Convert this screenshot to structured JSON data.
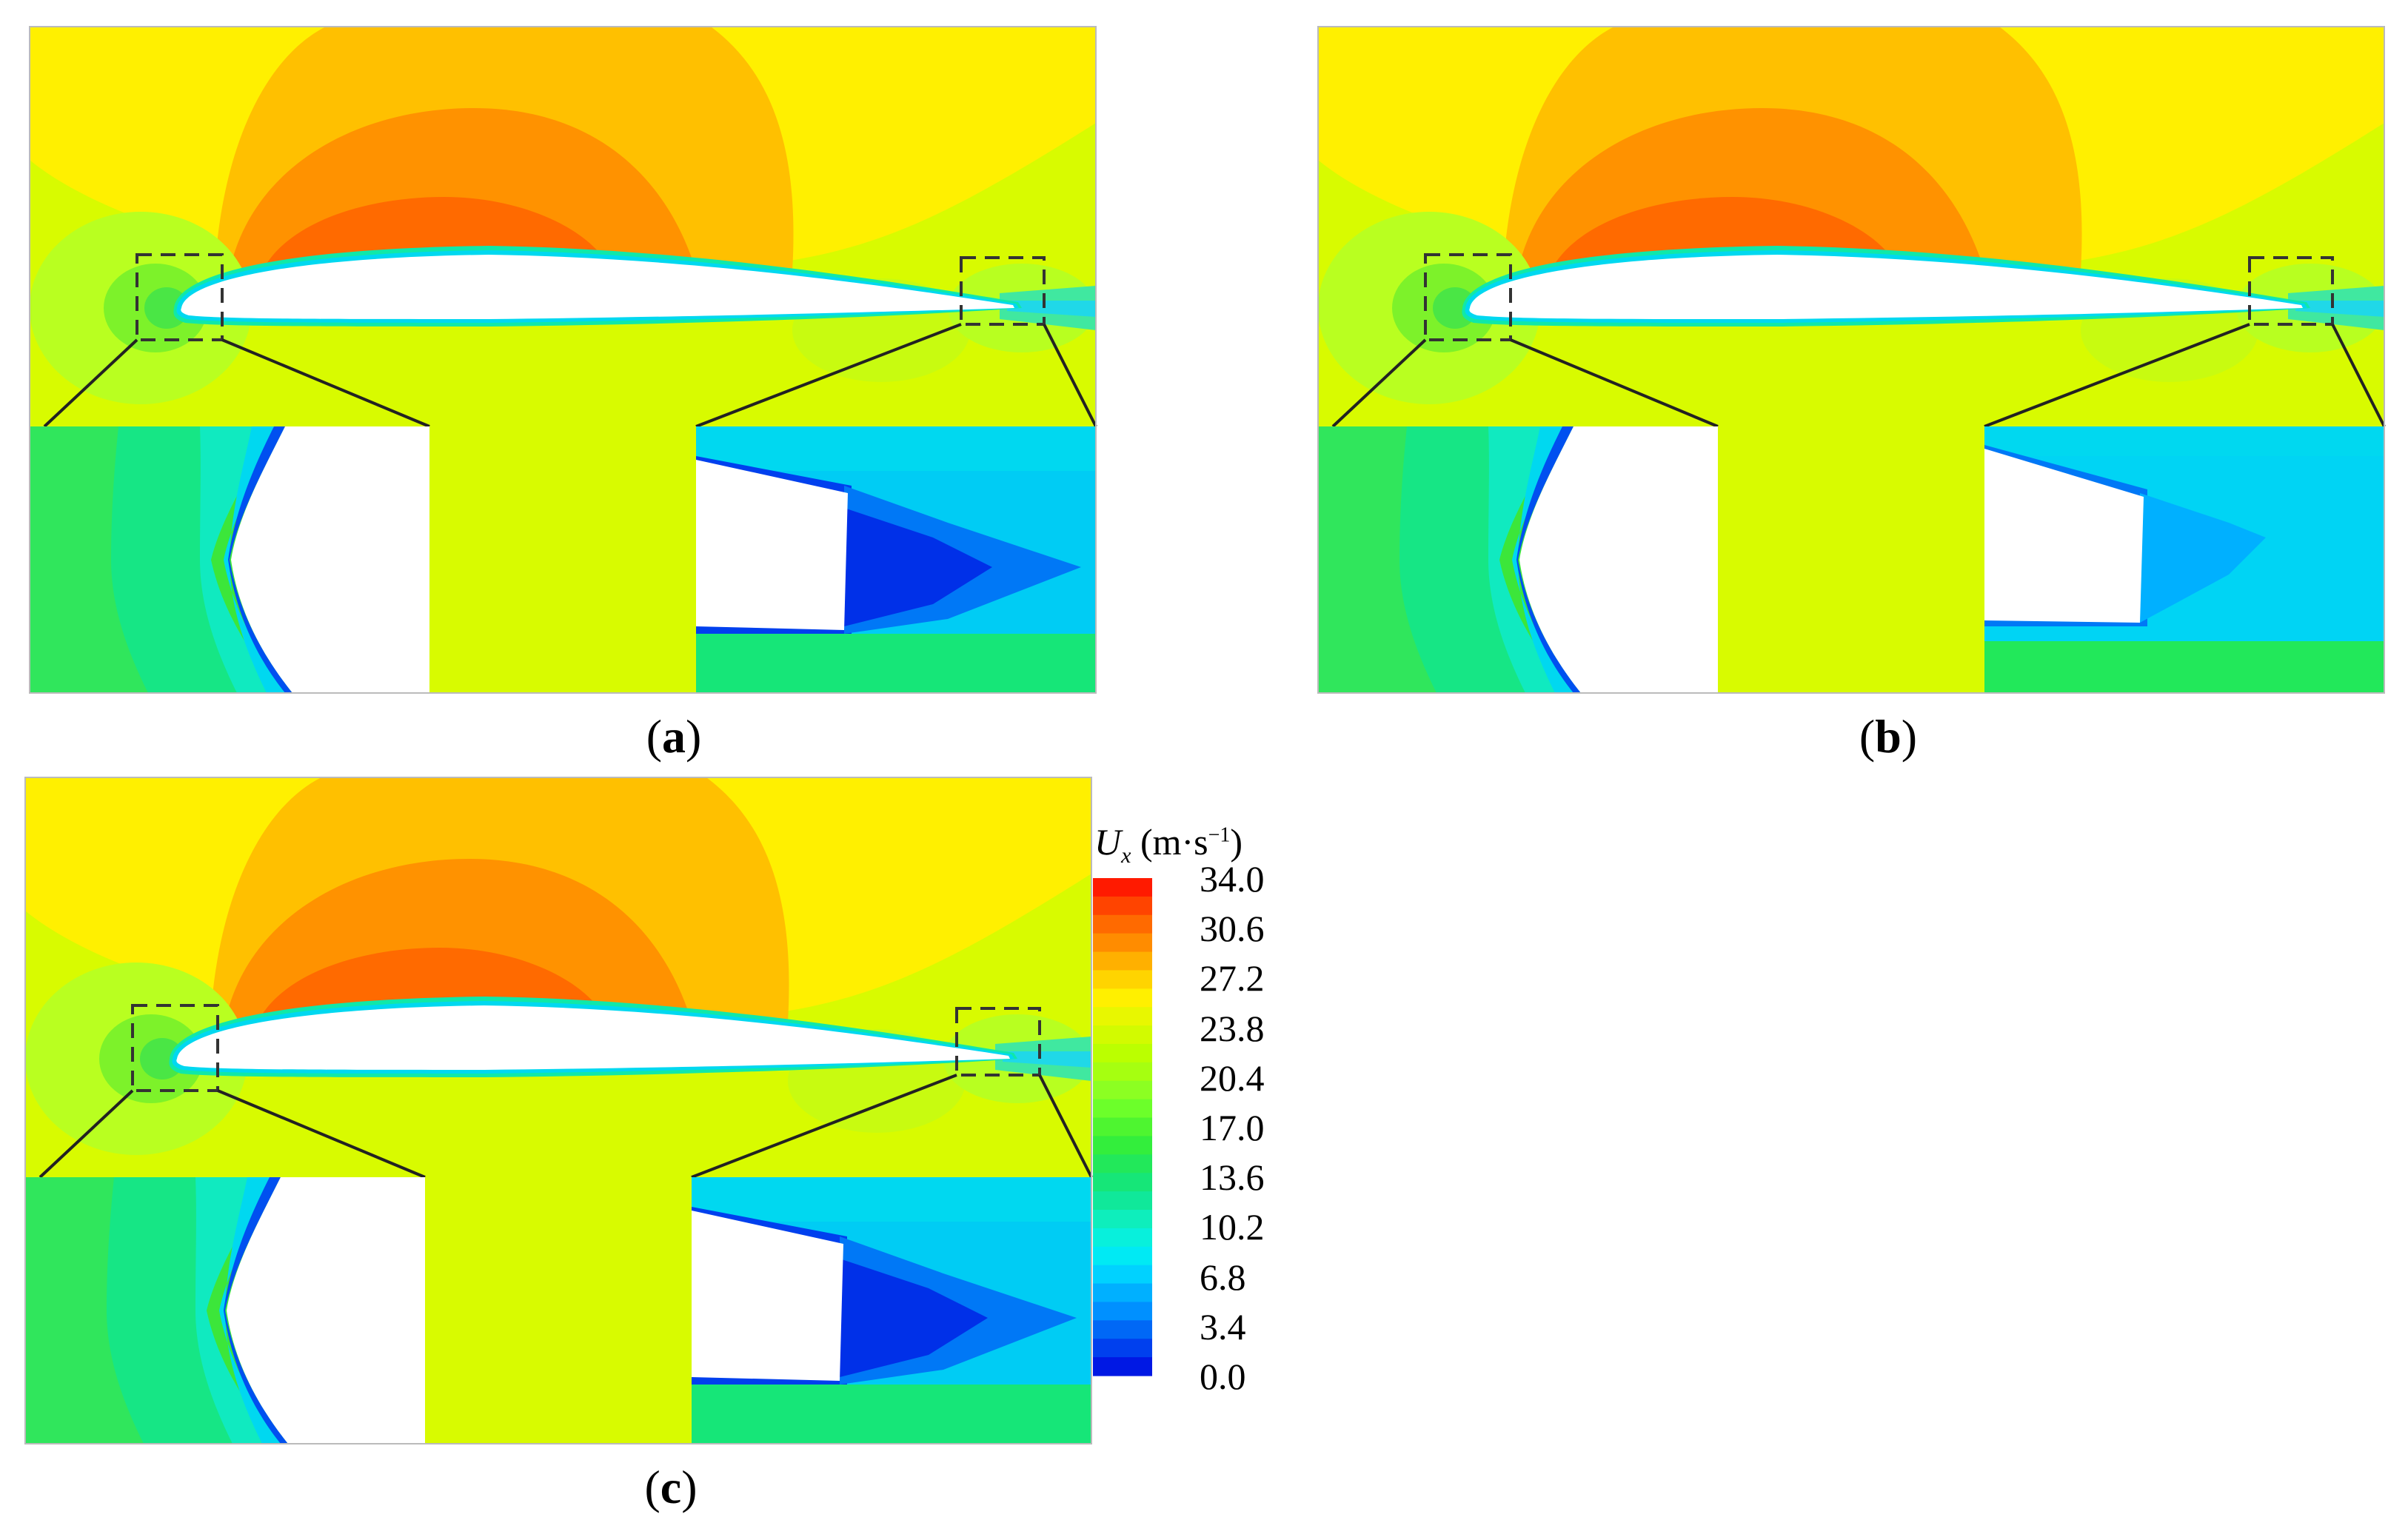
{
  "panels": [
    {
      "id": "a",
      "label": "a"
    },
    {
      "id": "b",
      "label": "b"
    },
    {
      "id": "c",
      "label": "c"
    }
  ],
  "colorbar": {
    "symbol": "U",
    "subscript": "x",
    "unit_prefix": "(m·s",
    "unit_exponent": "−1",
    "unit_suffix": ")",
    "ticks": [
      "34.0",
      "30.6",
      "27.2",
      "23.8",
      "20.4",
      "17.0",
      "13.6",
      "10.2",
      "6.8",
      "3.4",
      "0.0"
    ],
    "colors": [
      "#ff1a00",
      "#ff4400",
      "#ff6a00",
      "#ff8c00",
      "#ffb000",
      "#ffd400",
      "#fff000",
      "#e8f700",
      "#d2fb00",
      "#bbff00",
      "#a6ff10",
      "#8cff22",
      "#6cff2a",
      "#4ef530",
      "#33ee3c",
      "#22e85a",
      "#16e678",
      "#10e89a",
      "#0eeebc",
      "#08f0dc",
      "#00eaf4",
      "#00d2ff",
      "#00b0ff",
      "#0090ff",
      "#0068f6",
      "#0040ee",
      "#0018e4"
    ]
  },
  "colors": {
    "freestream": "#d8fb00",
    "high": "#ffb400",
    "higher": "#ff8c00",
    "highest": "#ff5a00",
    "upper_band": "#fff000",
    "lower_field": "#b5ff10",
    "boundary": "#10e8a8",
    "low": "#0044ee",
    "airfoil": "#ffffff"
  }
}
